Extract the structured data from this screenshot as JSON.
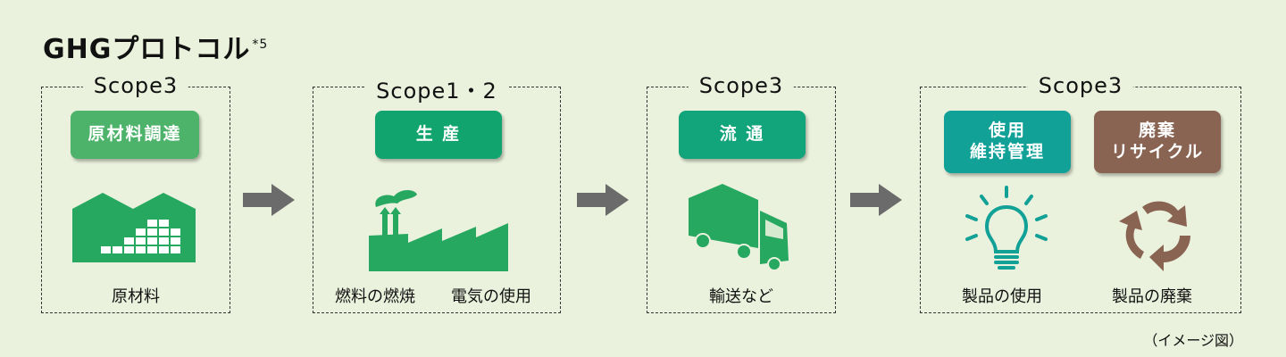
{
  "title": {
    "text": "GHGプロトコル",
    "footnote": "*5"
  },
  "scopes": [
    {
      "label": "Scope3",
      "badges": [
        "原材料調達"
      ],
      "captions": [
        "原材料"
      ]
    },
    {
      "label": "Scope1・2",
      "badges": [
        "生 産"
      ],
      "captions": [
        "燃料の燃焼",
        "電気の使用"
      ]
    },
    {
      "label": "Scope3",
      "badges": [
        "流 通"
      ],
      "captions": [
        "輸送など"
      ]
    },
    {
      "label": "Scope3",
      "badges": [
        "使用\n維持管理",
        "廃棄\nリサイクル"
      ],
      "captions": [
        "製品の使用",
        "製品の廃棄"
      ]
    }
  ],
  "note": "（イメージ図）",
  "icons": [
    "factory-icon",
    "power-plant-icon",
    "truck-icon",
    "light-bulb-icon",
    "recycle-icon",
    "arrow-right-icon"
  ],
  "colors": {
    "background": "#eaf1dc",
    "icon_green": "#27a860",
    "procurement": "#4db36a",
    "production": "#12a46e",
    "distribution": "#12a47a",
    "use": "#11a197",
    "disposal": "#8a6453",
    "arrow": "#6b6b6b"
  }
}
